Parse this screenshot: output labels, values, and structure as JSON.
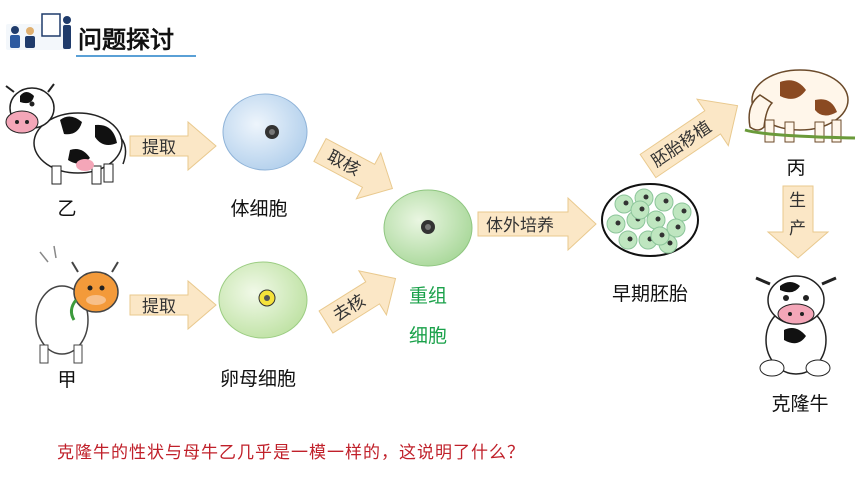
{
  "header": {
    "title": "问题探讨",
    "icon": "people-discussion-icon"
  },
  "nodes": {
    "cow_yi": "乙",
    "cow_jia": "甲",
    "somatic_cell": "体细胞",
    "egg_cell": "卵母细胞",
    "recombined_line1": "重组",
    "recombined_line2": "细胞",
    "early_embryo": "早期胚胎",
    "cow_bing": "丙",
    "clone_cow": "克隆牛"
  },
  "arrows": {
    "extract_top": "提取",
    "extract_bottom": "提取",
    "take_nucleus": "取核",
    "remove_nucleus": "去核",
    "culture": "体外培养",
    "transfer": "胚胎移植",
    "birth_1": "生",
    "birth_2": "产"
  },
  "question": "克隆牛的性状与母牛乙几乎是一模一样的，这说明了什么？",
  "colors": {
    "arrow_fill": "#fbe7c6",
    "somatic_cell": "#c8def2",
    "egg_cell": "#cfe9b8",
    "recombined_cell": "#b9dfac",
    "recombined_text": "#1aa14a",
    "question_text": "#c0202a",
    "accent_line": "#5aa0d6"
  }
}
